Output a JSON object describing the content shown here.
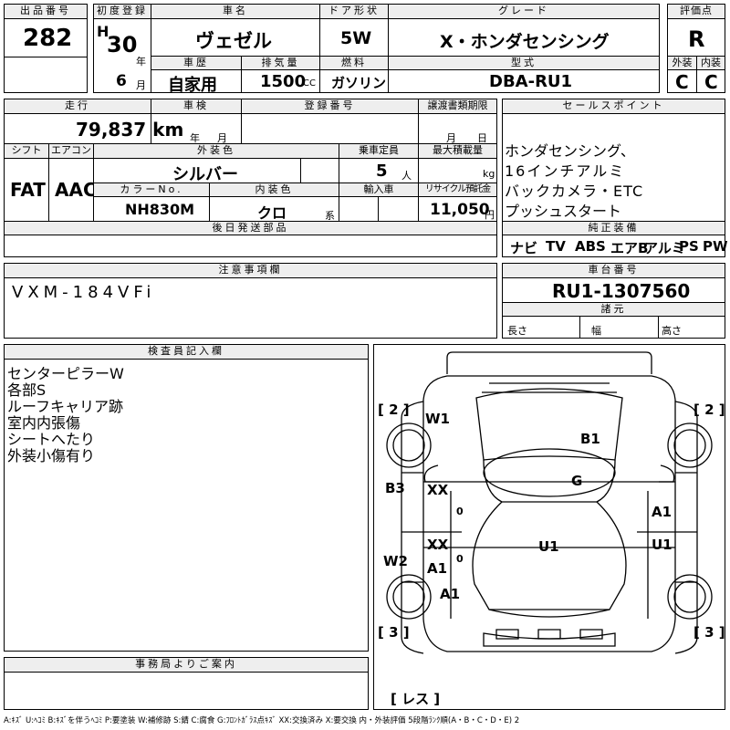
{
  "labels": {
    "lot_no": "出品番号",
    "first_reg": "初度登録",
    "car_name": "車名",
    "door": "ドア形状",
    "grade": "グレード",
    "score": "評価点",
    "history": "車歴",
    "displacement": "排気量",
    "fuel": "燃料",
    "model_code": "型式",
    "exterior": "外装",
    "interior": "内装",
    "mileage": "走行",
    "inspection": "車検",
    "reg_no": "登録番号",
    "transfer_deadline": "譲渡書類期限",
    "sales_points": "セールスポイント",
    "shift": "シフト",
    "aircon": "エアコン",
    "ext_color": "外装色",
    "capacity": "乗車定員",
    "max_load": "最大積載量",
    "color_no": "カラーNo.",
    "int_color": "内装色",
    "import": "輸入車",
    "recycle": "リサイクル預託金",
    "later_parts": "後日発送部品",
    "genuine": "純正装備",
    "caution": "注意事項欄",
    "chassis": "車台番号",
    "specs": "諸元",
    "length": "長さ",
    "width": "幅",
    "height": "高さ",
    "inspector": "検査員記入欄",
    "office": "事務局よりご案内"
  },
  "units": {
    "year": "年",
    "month": "月",
    "cc": "CC",
    "persons": "人",
    "kg": "kg",
    "yen": "円",
    "empty_year": "年",
    "empty_month": "月",
    "empty_month2": "月",
    "empty_day": "日",
    "int_suffix": "系"
  },
  "vehicle": {
    "lot_no": "282",
    "era": "H",
    "year": "30",
    "month": "6",
    "car_name": "ヴェゼル",
    "door": "5W",
    "grade": "X・ホンダセンシング",
    "score": "R",
    "ext_score": "C",
    "int_score": "C",
    "history": "自家用",
    "displacement": "1500",
    "fuel": "ガソリン",
    "model_code": "DBA-RU1",
    "mileage": "79,837 km",
    "shift": "FAT",
    "aircon": "AAC",
    "ext_color": "シルバー",
    "capacity": "5",
    "color_no": "NH830M",
    "int_color": "クロ",
    "recycle": "11,050",
    "chassis_no": "RU1-1307560",
    "caution_text": "VXM-184VFi"
  },
  "sales_points": [
    "ホンダセンシング、",
    "16インチアルミ",
    "バックカメラ・ETC",
    "プッシュスタート"
  ],
  "equipment": [
    "ナビ",
    "TV",
    "ABS",
    "エアB",
    "アルミ",
    "PS",
    "PW"
  ],
  "inspector_notes": [
    "センターピラーW",
    "各部S",
    "ルーフキャリア跡",
    "室内内張傷",
    "シートへたり",
    "外装小傷有り"
  ],
  "diagram": {
    "tl": "[ 2 ]",
    "tr": "[ 2 ]",
    "bl": "[ 3 ]",
    "br": "[ 3 ]",
    "bottom": "[ レス ]",
    "marks": [
      "W1",
      "B1",
      "G",
      "B3",
      "XX",
      "0",
      "A1",
      "XX",
      "0",
      "U1",
      "U1",
      "W2",
      "A1",
      "A1"
    ]
  },
  "legend": "A:ｷｽﾞ U:ﾍｺﾐ B:ｷｽﾞを伴うﾍｺﾐ P:要塗装 W:補修跡 S:錆 C:腐食 G:ﾌﾛﾝﾄｶﾞﾗｽ点ｷｽﾞ XX:交換済み X:要交換 内・外装評価 5段階ﾗﾝｸ順(A・B・C・D・E) 2"
}
